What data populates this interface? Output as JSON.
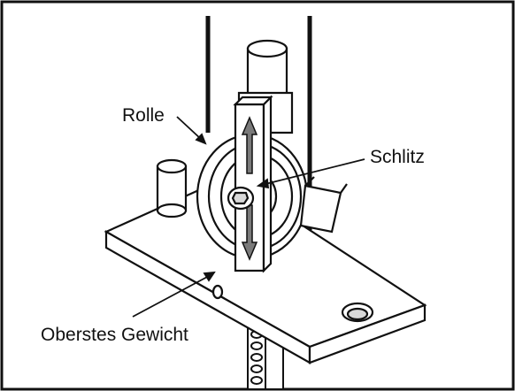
{
  "labels": {
    "pulley": "Rolle",
    "slot": "Schlitz",
    "top_weight": "Oberstes Gewicht"
  },
  "colors": {
    "line": "#111111",
    "arrow_fill": "#7a7a7a",
    "shade": "#d9d9d9",
    "background": "#ffffff"
  }
}
